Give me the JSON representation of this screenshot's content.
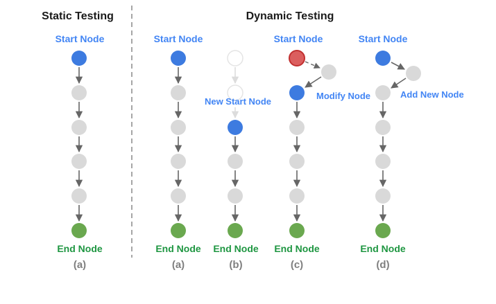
{
  "titles": {
    "static": "Static Testing",
    "dynamic": "Dynamic Testing"
  },
  "labels": {
    "start_node": "Start Node",
    "end_node": "End Node",
    "new_start_node": "New Start Node",
    "modify_node": "Modify Node",
    "add_new_node": "Add New Node"
  },
  "captions": {
    "static": "(a)",
    "a": "(a)",
    "b": "(b)",
    "c": "(c)",
    "d": "(d)"
  },
  "colors": {
    "node-blue": "#3D7BE0",
    "node-gray": "#D9D9D9",
    "node-green": "#6AA84F",
    "node-red-fill": "#DB5E5E",
    "node-red-stroke": "#C13030",
    "ghost-stroke": "#E4E4E4",
    "arrow-dark": "#666666",
    "arrow-light": "#DCDCDC",
    "dashed-line": "#A6A6A6",
    "text-blue": "#4285F4",
    "text-green": "#1E9641",
    "text-gray": "#7F7F7F",
    "text-black": "#1A1A1A"
  },
  "figures": {
    "static": [
      {
        "caption": "(a)",
        "sequence": [
          "start-blue",
          "process-gray",
          "process-gray",
          "process-gray",
          "process-gray",
          "end-green"
        ]
      }
    ],
    "dynamic": [
      {
        "caption": "(a)",
        "sequence": [
          "start-blue",
          "process-gray",
          "process-gray",
          "process-gray",
          "process-gray",
          "end-green"
        ]
      },
      {
        "caption": "(b)",
        "annotation": "New Start Node",
        "sequence": [
          "ghost-removed",
          "ghost-removed",
          "new-start-blue",
          "process-gray",
          "process-gray",
          "end-green"
        ]
      },
      {
        "caption": "(c)",
        "annotation": "Modify Node",
        "sequence": [
          "removed-start-red",
          "detour-gray",
          "modified-blue",
          "process-gray",
          "process-gray",
          "process-gray",
          "end-green"
        ]
      },
      {
        "caption": "(d)",
        "annotation": "Add New Node",
        "sequence": [
          "start-blue",
          "added-gray",
          "process-gray",
          "process-gray",
          "process-gray",
          "process-gray",
          "end-green"
        ]
      }
    ]
  }
}
